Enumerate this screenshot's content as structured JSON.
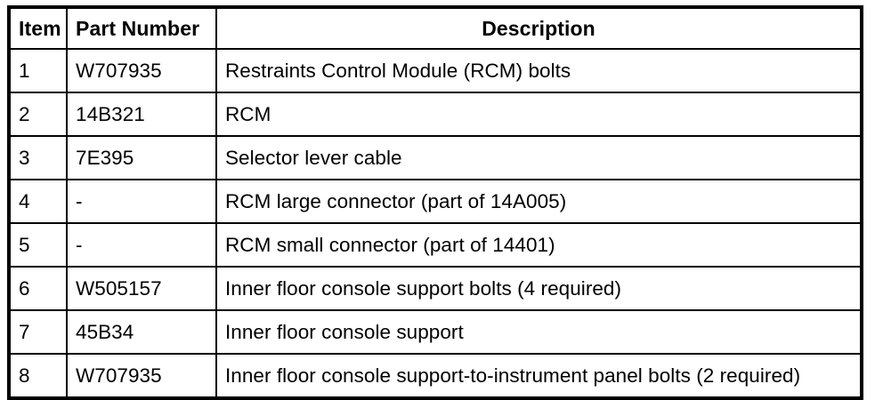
{
  "table": {
    "columns": [
      {
        "key": "item",
        "label": "Item",
        "align": "left"
      },
      {
        "key": "part",
        "label": "Part Number",
        "align": "left"
      },
      {
        "key": "desc",
        "label": "Description",
        "align": "center"
      }
    ],
    "rows": [
      {
        "item": "1",
        "part": "W707935",
        "desc": "Restraints Control Module (RCM) bolts"
      },
      {
        "item": "2",
        "part": "14B321",
        "desc": "RCM"
      },
      {
        "item": "3",
        "part": "7E395",
        "desc": "Selector lever cable"
      },
      {
        "item": "4",
        "part": "-",
        "desc": "RCM large connector (part of 14A005)"
      },
      {
        "item": "5",
        "part": "-",
        "desc": "RCM small connector (part of 14401)"
      },
      {
        "item": "6",
        "part": "W505157",
        "desc": "Inner floor console support bolts (4 required)"
      },
      {
        "item": "7",
        "part": "45B34",
        "desc": "Inner floor console support"
      },
      {
        "item": "8",
        "part": "W707935",
        "desc": "Inner floor console support-to-instrument panel bolts (2 required)"
      }
    ]
  },
  "style": {
    "border_color": "#000000",
    "text_color": "#000000",
    "background": "#ffffff"
  }
}
